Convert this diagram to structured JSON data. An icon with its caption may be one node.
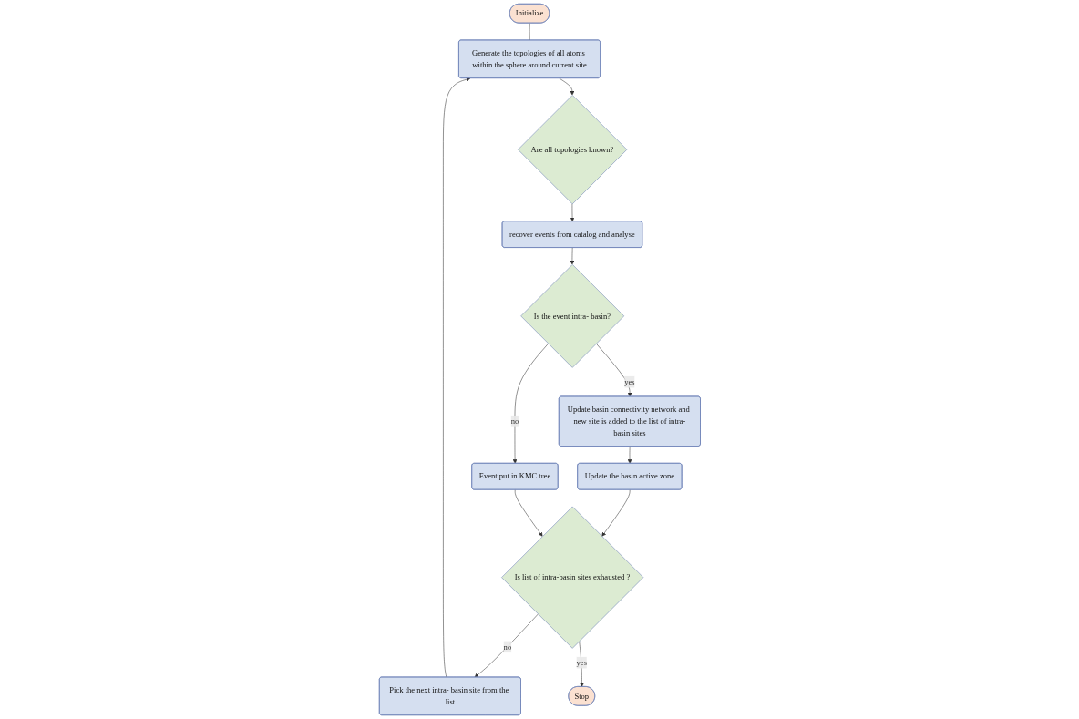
{
  "diagram": {
    "nodes": [
      {
        "text": [
          "Initialize"
        ]
      },
      {
        "text": [
          "Generate the topologies of all atoms within the sphere around current site"
        ]
      },
      {
        "text": [
          "Are all topologies known?"
        ]
      },
      {
        "text": [
          "recover events from catalog and analyse"
        ]
      },
      {
        "text": [
          "Is the event intra- basin?"
        ]
      },
      {
        "text": [
          "Event put in KMC tree"
        ]
      },
      {
        "text": [
          "Update basin connectivity network and new site is added to the list of intra-basin sites"
        ]
      },
      {
        "text": [
          "Update the basin active zone"
        ]
      },
      {
        "text": [
          "Is list of intra-basin sites exhausted ?"
        ]
      },
      {
        "text": [
          "Pick the next intra- basin site from the list"
        ]
      },
      {
        "text": [
          "Stop"
        ]
      }
    ],
    "edges": [
      {
        "from": 0,
        "to": 1,
        "arrow": "none"
      },
      {
        "from": 1,
        "to": 2,
        "arrow": "to"
      },
      {
        "from": 2,
        "to": 3,
        "arrow": "to"
      },
      {
        "from": 3,
        "to": 4,
        "arrow": "to"
      },
      {
        "from": 4,
        "to": 5,
        "arrow": "to",
        "label": "no"
      },
      {
        "from": 4,
        "to": 6,
        "arrow": "to",
        "label": "yes"
      },
      {
        "from": 6,
        "to": 7,
        "arrow": "to"
      },
      {
        "from": 7,
        "to": 8,
        "arrow": "to"
      },
      {
        "from": 5,
        "to": 8,
        "arrow": "to"
      },
      {
        "from": 8,
        "to": 9,
        "arrow": "to",
        "label": "no"
      },
      {
        "from": 9,
        "to": 1,
        "arrow": "to"
      },
      {
        "from": 8,
        "to": 10,
        "arrow": "to",
        "label": "yes"
      }
    ]
  }
}
